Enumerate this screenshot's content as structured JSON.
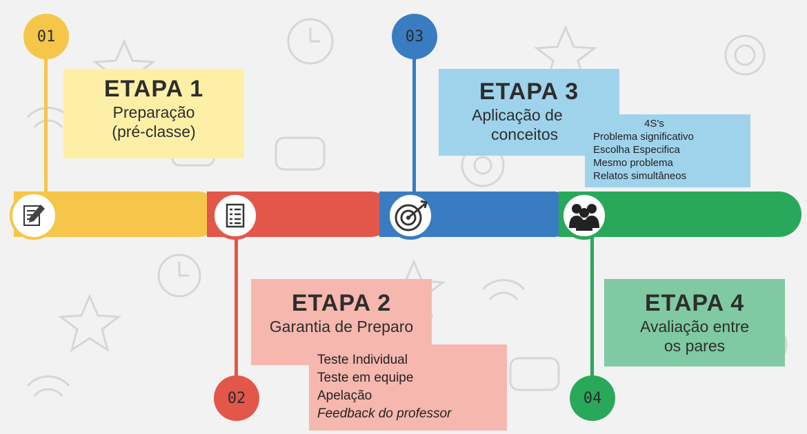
{
  "colors": {
    "stage1": "#f5c64a",
    "stage2": "#e2574a",
    "stage3": "#3a7cc1",
    "stage4": "#2aa85a",
    "box1": "#fdf0a6",
    "box2": "#f6b7ae",
    "box3": "#9fd3ec",
    "box4": "#7fcaa2"
  },
  "stages": [
    {
      "number": "01",
      "title": "ETAPA 1",
      "lines": [
        "Preparação",
        "(pré-classe)"
      ],
      "icon": "checklist-pen-icon"
    },
    {
      "number": "02",
      "title": "ETAPA 2",
      "lines": [
        "Garantia de Preparo"
      ],
      "icon": "document-list-icon",
      "details": [
        "Teste Individual",
        "Teste em equipe",
        "Apelação",
        "Feedback do professor"
      ]
    },
    {
      "number": "03",
      "title": "ETAPA 3",
      "lines": [
        "Aplicação de",
        "conceitos"
      ],
      "icon": "target-arrow-icon",
      "details": [
        "4S's",
        "Problema significativo",
        "Escolha Especifica",
        "Mesmo problema",
        "Relatos simultâneos"
      ]
    },
    {
      "number": "04",
      "title": "ETAPA 4",
      "lines": [
        "Avaliação entre",
        "os pares"
      ],
      "icon": "people-group-icon"
    }
  ]
}
